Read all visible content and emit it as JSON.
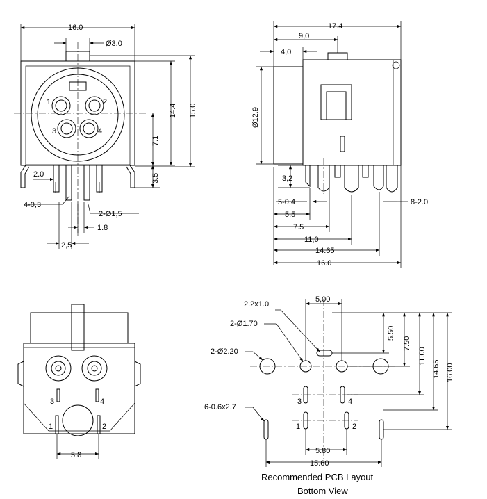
{
  "front": {
    "width": "16.0",
    "pin_dia": "Ø3.0",
    "height_body": "14.4",
    "height_total": "15.0",
    "center_h": "7.1",
    "pin_len": "3.5",
    "pin_spacing": "2.0",
    "lead_count": "4-0,3",
    "peg_dia": "2-Ø1,5",
    "peg_dist": "1.8",
    "lead_pitch": "2,5",
    "pin_nums": [
      "1",
      "2",
      "3",
      "4"
    ]
  },
  "side": {
    "depth": "17.4",
    "d9": "9,0",
    "d4": "4,0",
    "dia": "Ø12.9",
    "h32": "3,2",
    "d5x": "5-0,4",
    "d55": "5.5",
    "d75": "7.5",
    "d11": "11,0",
    "d1465": "14.65",
    "d16": "16.0",
    "d8x": "8-2.0"
  },
  "back": {
    "pin_nums": [
      "3",
      "4",
      "1",
      "2"
    ],
    "spacing": "5.8"
  },
  "pcb": {
    "slot_size": "2.2x1.0",
    "hole_170": "2-Ø1.70",
    "hole_220": "2-Ø2.20",
    "slot_multi": "6-0.6x2.7",
    "d500": "5,00",
    "d550": "5.50",
    "d750": "7.50",
    "d1100": "11.00",
    "d1465": "14.65",
    "d1600": "16.00",
    "d580": "5.80",
    "d1560": "15.60",
    "pin_nums": [
      "3",
      "4",
      "1",
      "2"
    ],
    "caption1": "Recommended PCB Layout",
    "caption2": "Bottom View"
  }
}
